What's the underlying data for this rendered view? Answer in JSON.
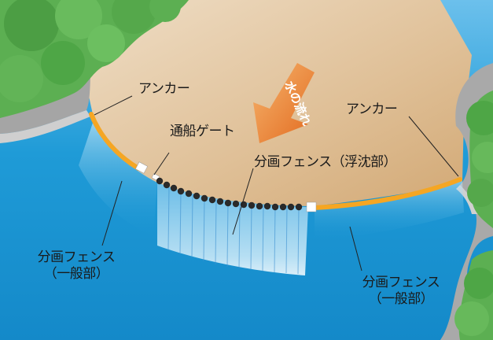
{
  "labels": {
    "anchor_left": "アンカー",
    "anchor_right": "アンカー",
    "gate": "通船ゲート",
    "floating": "分画フェンス（浮沈部）",
    "general_left_line1": "分画フェンス",
    "general_left_line2": "（一般部）",
    "general_right_line1": "分画フェンス",
    "general_right_line2": "（一般部）",
    "water_flow": "水の流れ"
  },
  "colors": {
    "water": "#1d9ad6",
    "water_light": "#7fc9ee",
    "sediment": "#d9b68a",
    "sediment_light": "#eedcc0",
    "rock": "#a9a9a9",
    "forest": "#5cae52",
    "float_yellow": "#f5a623",
    "buoy": "#2a2a2a",
    "arrow": "#e8812e"
  }
}
